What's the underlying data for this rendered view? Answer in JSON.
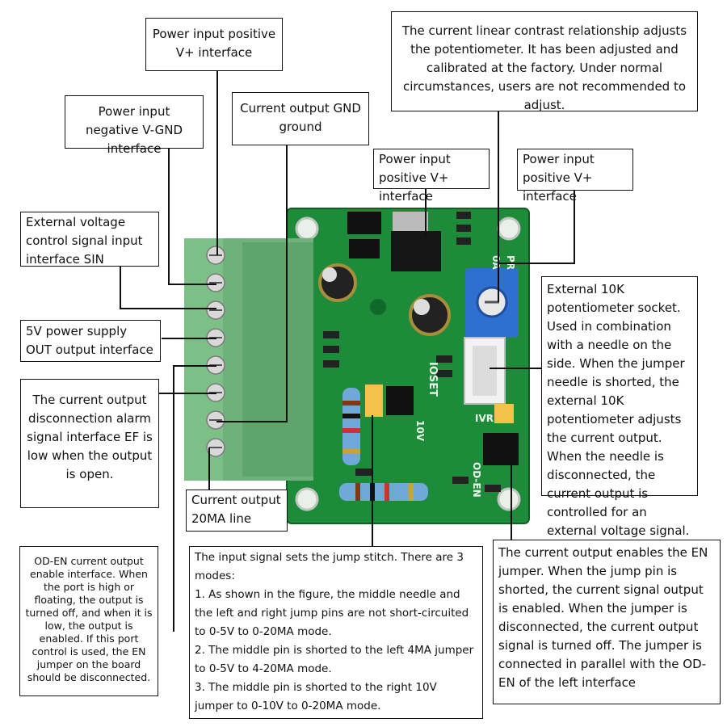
{
  "callouts": {
    "power_pos_top": "Power input positive V+ interface",
    "power_neg": "Power input negative V-GND interface",
    "current_gnd": "Current output GND ground",
    "ext_voltage": "External voltage control signal input interface SIN",
    "five_v_out": "5V power supply OUT output interface",
    "alarm_ef": "The current output disconnection alarm signal interface EF is low when the output is open.",
    "current_20ma": "Current output 20MA line",
    "od_en": "OD-EN current output enable interface. When the port is high or floating, the output is turned off, and when it is low, the output is enabled. If this port control is used, the EN jumper on the board should be disconnected.",
    "contrast_pot": "The current linear contrast relationship adjusts the potentiometer. It has been adjusted and calibrated at the factory. Under normal circumstances, users are not recommended to adjust.",
    "power_pos_mid": "Power input positive V+ interface",
    "power_pos_right": "Power input positive V+ interface",
    "ext_pot": "External 10K potentiometer socket. Used in combination with a needle on the side. When the jumper needle is shorted, the external 10K potentiometer adjusts the current output. When the needle is disconnected, the current output is controlled for an external voltage signal.",
    "en_jumper": "The current output enables the EN jumper. When the jump pin is shorted, the current signal output is enabled. When the jumper is disconnected, the current output signal is turned off. The jumper is connected in parallel with the OD-EN of the left interface",
    "jump_modes": {
      "intro": "The input signal sets the jump stitch. There are 3 modes:",
      "mode1": "1. As shown in the figure, the middle needle and the left and right jump pins are not short-circuited to 0-5V to 0-20MA mode.",
      "mode2": "2. The middle pin is shorted to the left 4MA jumper to 0-5V to 4-20MA mode.",
      "mode3": "3. The middle pin is shorted to the right 10V jumper to 0-10V to 0-20MA mode."
    }
  },
  "board": {
    "silk_iset": "IOSET",
    "silk_ivr": "IVR",
    "silk_oden": "OD-EN",
    "silk_10v": "10V",
    "silk_0a": "0A",
    "silk_pr": "PR"
  },
  "colors": {
    "pcb": "#1f8a3a",
    "terminal": "#6fb07a",
    "pot": "#2f6fd0",
    "jumper": "#f2c24a"
  }
}
